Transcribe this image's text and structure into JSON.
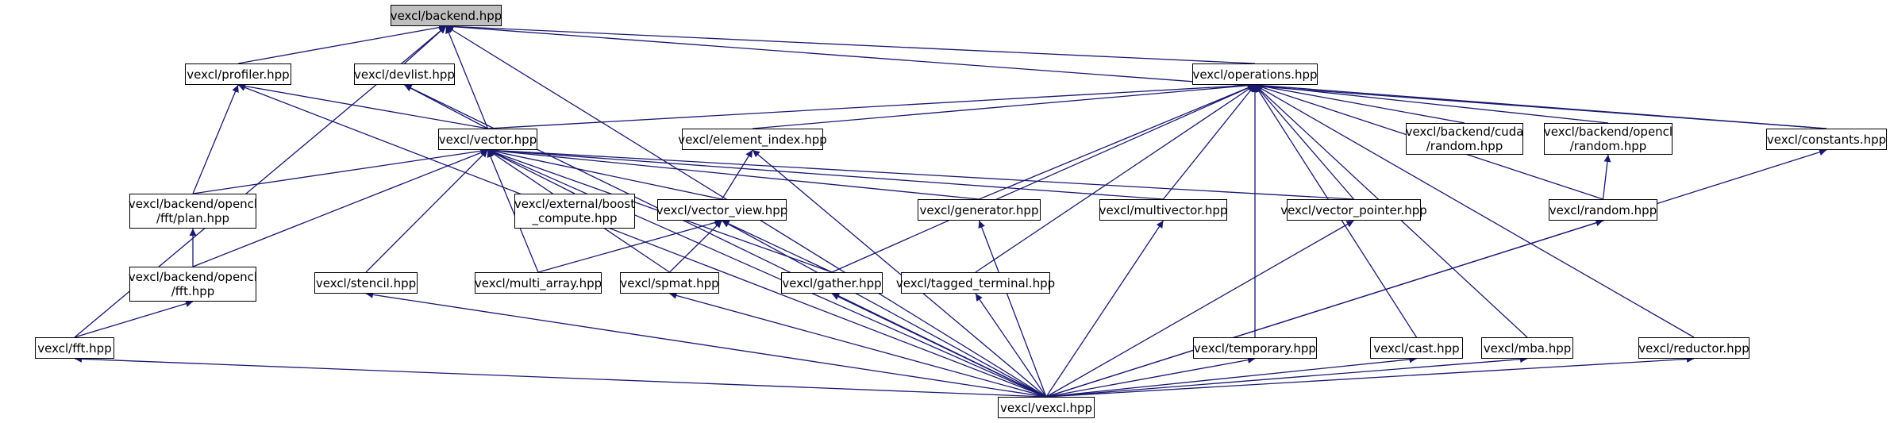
{
  "colors": {
    "edge": "#191970",
    "node_border": "#000000",
    "root_fill": "#bfbfbf",
    "node_fill": "#ffffff"
  },
  "nodes": {
    "backend": {
      "lines": [
        "vexcl/backend.hpp"
      ]
    },
    "profiler": {
      "lines": [
        "vexcl/profiler.hpp"
      ]
    },
    "devlist": {
      "lines": [
        "vexcl/devlist.hpp"
      ]
    },
    "operations": {
      "lines": [
        "vexcl/operations.hpp"
      ]
    },
    "vector": {
      "lines": [
        "vexcl/vector.hpp"
      ]
    },
    "element_index": {
      "lines": [
        "vexcl/element_index.hpp"
      ]
    },
    "cuda_random": {
      "lines": [
        "vexcl/backend/cuda",
        "/random.hpp"
      ]
    },
    "opencl_random": {
      "lines": [
        "vexcl/backend/opencl",
        "/random.hpp"
      ]
    },
    "constants": {
      "lines": [
        "vexcl/constants.hpp"
      ]
    },
    "fft_plan": {
      "lines": [
        "vexcl/backend/opencl",
        "/fft/plan.hpp"
      ]
    },
    "boost_compute": {
      "lines": [
        "vexcl/external/boost",
        "_compute.hpp"
      ]
    },
    "vector_view": {
      "lines": [
        "vexcl/vector_view.hpp"
      ]
    },
    "generator": {
      "lines": [
        "vexcl/generator.hpp"
      ]
    },
    "multivector": {
      "lines": [
        "vexcl/multivector.hpp"
      ]
    },
    "vector_pointer": {
      "lines": [
        "vexcl/vector_pointer.hpp"
      ]
    },
    "random": {
      "lines": [
        "vexcl/random.hpp"
      ]
    },
    "opencl_fft": {
      "lines": [
        "vexcl/backend/opencl",
        "/fft.hpp"
      ]
    },
    "stencil": {
      "lines": [
        "vexcl/stencil.hpp"
      ]
    },
    "multi_array": {
      "lines": [
        "vexcl/multi_array.hpp"
      ]
    },
    "spmat": {
      "lines": [
        "vexcl/spmat.hpp"
      ]
    },
    "gather": {
      "lines": [
        "vexcl/gather.hpp"
      ]
    },
    "tagged_terminal": {
      "lines": [
        "vexcl/tagged_terminal.hpp"
      ]
    },
    "fft": {
      "lines": [
        "vexcl/fft.hpp"
      ]
    },
    "temporary": {
      "lines": [
        "vexcl/temporary.hpp"
      ]
    },
    "cast": {
      "lines": [
        "vexcl/cast.hpp"
      ]
    },
    "mba": {
      "lines": [
        "vexcl/mba.hpp"
      ]
    },
    "reductor": {
      "lines": [
        "vexcl/reductor.hpp"
      ]
    },
    "vexcl": {
      "lines": [
        "vexcl/vexcl.hpp"
      ]
    }
  },
  "edges": [
    [
      "profiler",
      "backend"
    ],
    [
      "devlist",
      "backend"
    ],
    [
      "operations",
      "backend"
    ],
    [
      "vector",
      "backend"
    ],
    [
      "fft",
      "backend"
    ],
    [
      "vexcl",
      "backend"
    ],
    [
      "constants",
      "backend"
    ],
    [
      "vector",
      "profiler"
    ],
    [
      "fft_plan",
      "profiler"
    ],
    [
      "vexcl",
      "profiler"
    ],
    [
      "vector",
      "devlist"
    ],
    [
      "vexcl",
      "devlist"
    ],
    [
      "vector",
      "operations"
    ],
    [
      "element_index",
      "operations"
    ],
    [
      "cuda_random",
      "operations"
    ],
    [
      "opencl_random",
      "operations"
    ],
    [
      "constants",
      "operations"
    ],
    [
      "generator",
      "operations"
    ],
    [
      "multivector",
      "operations"
    ],
    [
      "vector_pointer",
      "operations"
    ],
    [
      "random",
      "operations"
    ],
    [
      "gather",
      "operations"
    ],
    [
      "tagged_terminal",
      "operations"
    ],
    [
      "temporary",
      "operations"
    ],
    [
      "cast",
      "operations"
    ],
    [
      "mba",
      "operations"
    ],
    [
      "reductor",
      "operations"
    ],
    [
      "fft_plan",
      "vector"
    ],
    [
      "boost_compute",
      "vector"
    ],
    [
      "vector_view",
      "vector"
    ],
    [
      "generator",
      "vector"
    ],
    [
      "multivector",
      "vector"
    ],
    [
      "vector_pointer",
      "vector"
    ],
    [
      "opencl_fft",
      "vector"
    ],
    [
      "stencil",
      "vector"
    ],
    [
      "multi_array",
      "vector"
    ],
    [
      "spmat",
      "vector"
    ],
    [
      "gather",
      "vector"
    ],
    [
      "vexcl",
      "vector"
    ],
    [
      "vector_view",
      "element_index"
    ],
    [
      "vexcl",
      "element_index"
    ],
    [
      "random",
      "opencl_random"
    ],
    [
      "opencl_fft",
      "fft_plan"
    ],
    [
      "multi_array",
      "vector_view"
    ],
    [
      "spmat",
      "vector_view"
    ],
    [
      "gather",
      "vector_view"
    ],
    [
      "vexcl",
      "vector_view"
    ],
    [
      "vexcl",
      "generator"
    ],
    [
      "vexcl",
      "multivector"
    ],
    [
      "vexcl",
      "vector_pointer"
    ],
    [
      "vexcl",
      "random"
    ],
    [
      "fft",
      "opencl_fft"
    ],
    [
      "vexcl",
      "stencil"
    ],
    [
      "vexcl",
      "spmat"
    ],
    [
      "vexcl",
      "gather"
    ],
    [
      "vexcl",
      "tagged_terminal"
    ],
    [
      "vexcl",
      "fft"
    ],
    [
      "vexcl",
      "temporary"
    ],
    [
      "vexcl",
      "cast"
    ],
    [
      "vexcl",
      "mba"
    ],
    [
      "vexcl",
      "reductor"
    ],
    [
      "vexcl",
      "constants"
    ]
  ]
}
